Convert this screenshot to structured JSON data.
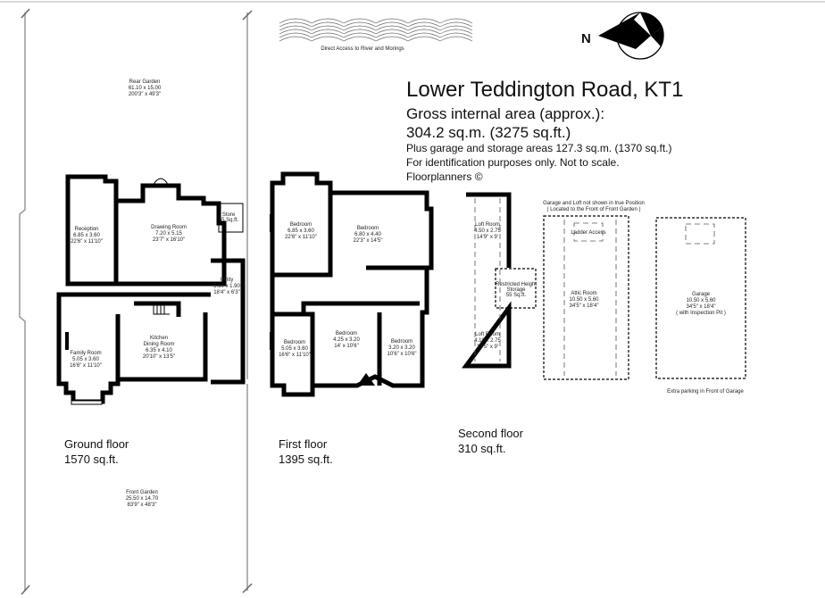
{
  "header": {
    "title": "Lower Teddington Road, KT1",
    "gross_area_label": "Gross internal area (approx.):",
    "gross_area_value": "304.2 sq.m. (3275 sq.ft.)",
    "extra_area": "Plus garage and storage areas 127.3 sq.m. (1370 sq.ft.)",
    "disclaimer": "For identification purposes only. Not to scale.",
    "credit": "Floorplanners ©"
  },
  "river_label": "Direct Access to River and Morings",
  "compass_label": "N",
  "gardens": {
    "rear": {
      "name": "Rear Garden",
      "metric": "61.10 x 15.00",
      "imperial": "200'3\" x 49'3\""
    },
    "front": {
      "name": "Front Garden",
      "metric": "25.50 x 14.70",
      "imperial": "83'9\" x 48'3\""
    }
  },
  "floors": {
    "ground": {
      "name": "Ground floor",
      "area": "1570 sq.ft.",
      "rooms": [
        {
          "name": "Reception",
          "metric": "6.85 x 3.60",
          "imperial": "22'6\" x 11'10\""
        },
        {
          "name": "Drawing Room",
          "metric": "7.20 x 5.15",
          "imperial": "23'7\" x 16'10\""
        },
        {
          "name": "Store",
          "metric": "55 Sq.ft."
        },
        {
          "name": "Utility",
          "metric": "5.60 x 1.90",
          "imperial": "18'4\" x 6'3\""
        },
        {
          "name": "Family Room",
          "metric": "5.05 x 3.60",
          "imperial": "16'6\" x 11'10\""
        },
        {
          "name": "Kitchen",
          "name2": "Dining Room",
          "metric": "6.35 x 4.10",
          "imperial": "20'10\" x 13'5\""
        }
      ]
    },
    "first": {
      "name": "First floor",
      "area": "1395 sq.ft.",
      "rooms": [
        {
          "name": "Bedroom",
          "metric": "6.85 x 3.60",
          "imperial": "22'6\" x 11'10\""
        },
        {
          "name": "Bedroom",
          "metric": "6.80 x 4.40",
          "imperial": "22'3\" x 14'5\""
        },
        {
          "name": "Bedroom",
          "metric": "5.05 x 3.60",
          "imperial": "16'6\" x 11'10\""
        },
        {
          "name": "Bedroom",
          "metric": "4.25 x 3.20",
          "imperial": "14' x 10'6\""
        },
        {
          "name": "Bedroom",
          "metric": "3.20 x 3.20",
          "imperial": "10'6\" x 10'6\""
        }
      ]
    },
    "second": {
      "name": "Second floor",
      "area": "310 sq.ft.",
      "rooms": [
        {
          "name": "Loft Room",
          "metric": "4.50 x 2.75",
          "imperial": "14'9\" x 9'"
        },
        {
          "name": "Loft Room",
          "metric": "4.10 x 2.75",
          "imperial": "13'5\" x 9'"
        },
        {
          "name": "Restricted Height",
          "name2": "Storage",
          "metric": "55 Sq.ft."
        }
      ]
    }
  },
  "outbuildings": {
    "note": "Garage and Loft not shown in true Position",
    "note2": "( Located to the Front of Front Garden )",
    "attic": {
      "name": "Attic Room",
      "metric": "10.50 x 5.60",
      "imperial": "34'5\" x 18'4\"",
      "ladder": "Ladder Access"
    },
    "garage": {
      "name": "Garage",
      "metric": "10.50 x 5.60",
      "imperial": "34'5\" x 18'4\"",
      "extra": "( with Inspection Pit )"
    },
    "parking": "Extra parking in Front of Garage"
  }
}
